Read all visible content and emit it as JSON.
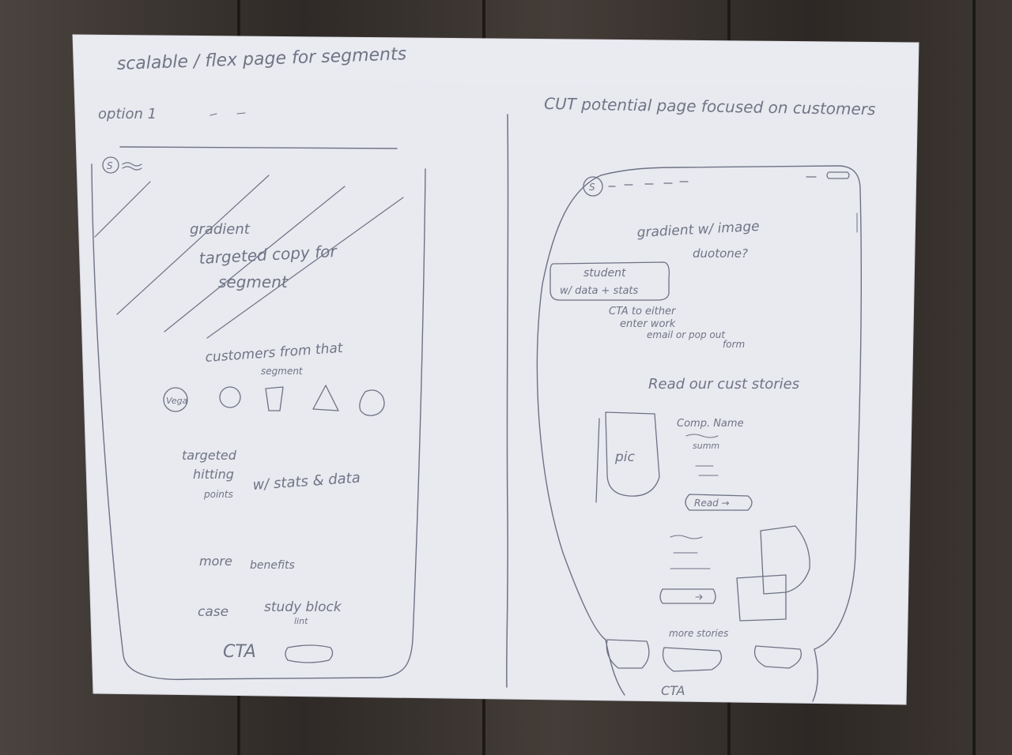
{
  "title": "scalable / flex page for segments",
  "left": {
    "option_label": "option 1",
    "hero_line1": "gradient",
    "hero_line2": "targeted copy for",
    "hero_line3": "segment",
    "customers_line1": "customers from that",
    "customers_line2": "segment",
    "logo_text": "Vega",
    "points_line1": "targeted",
    "points_line2": "hitting",
    "points_line3": "points",
    "points_line4": "w/ stats & data",
    "benefits_line1": "more",
    "benefits_line2": "benefits",
    "case_study_left": "case",
    "case_study_right": "study block",
    "case_study_right2": "lint",
    "cta_label": "CTA"
  },
  "right": {
    "heading": "CUT potential page focused on customers",
    "hero_line1": "gradient w/ image",
    "hero_line2": "duotone?",
    "callout_line1": "student",
    "callout_line2": "w/ data + stats",
    "cta_note_line1": "CTA to either",
    "cta_note_line2": "enter work",
    "cta_note_line3": "email or pop out",
    "cta_note_line4": "form",
    "stories_heading": "Read our cust stories",
    "pic_label": "pic",
    "company_name": "Comp. Name",
    "summary": "summ",
    "read_button": "Read →",
    "more_stories": "more stories",
    "cta_label": "CTA"
  }
}
